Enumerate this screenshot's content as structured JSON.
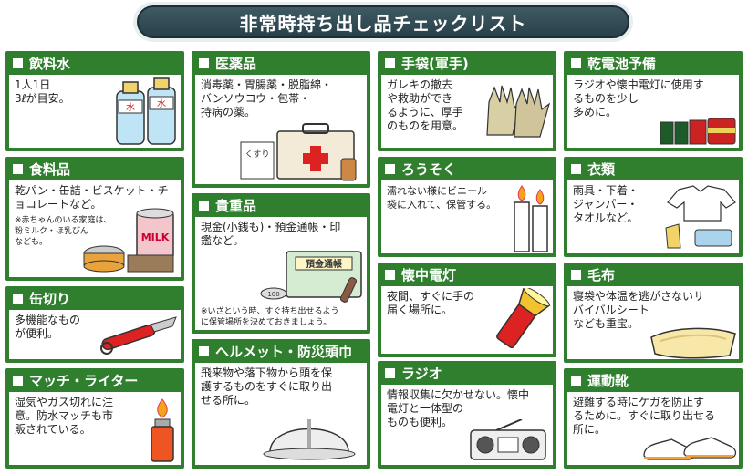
{
  "title": "非常時持ち出し品チェックリスト",
  "cards": {
    "drinking_water": {
      "heading": "飲料水",
      "text": "1人1日\n3ℓが目安。",
      "label": "水"
    },
    "food": {
      "heading": "食料品",
      "text": "乾パン・缶詰・ビスケット・チ\nョコレートなど。",
      "note": "※赤ちゃんのいる家庭は、\n粉ミルク・ほ乳びん\nなども。",
      "label": "MILK"
    },
    "can_opener": {
      "heading": "缶切り",
      "text": "多機能なもの\nが便利。"
    },
    "matches": {
      "heading": "マッチ・ライター",
      "text": "湿気やガス切れに注\n意。防水マッチも市\n販されている。"
    },
    "medicine": {
      "heading": "医薬品",
      "text": "消毒薬・胃腸薬・脱脂綿・\nバンソウコウ・包帯・\n持病の薬。",
      "label": "くすり"
    },
    "valuables": {
      "heading": "貴重品",
      "text": "現金(小銭も)・預金通帳・印\n鑑など。",
      "note": "※いざという時、すぐ持ち出せるよう\nに保管場所を決めておきましょう。",
      "label": "預金通帳",
      "coin_label": "100"
    },
    "helmet": {
      "heading": "ヘルメット・防災頭巾",
      "text": "飛来物や落下物から頭を保\n護するものをすぐに取り出\nせる所に。"
    },
    "gloves": {
      "heading": "手袋(軍手)",
      "text": "ガレキの撤去\nや救助ができ\nるように、厚手\nのものを用意。"
    },
    "candles": {
      "heading": "ろうそく",
      "text": "濡れない様にビニール\n袋に入れて、保管する。"
    },
    "flashlight": {
      "heading": "懐中電灯",
      "text": "夜間、すぐに手の\n届く場所に。"
    },
    "radio": {
      "heading": "ラジオ",
      "text": "情報収集に欠かせない。懐中\n電灯と一体型の\nものも便利。"
    },
    "batteries": {
      "heading": "乾電池予備",
      "text": "ラジオや懐中電灯に使用す\nるものを少し\n多めに。"
    },
    "clothing": {
      "heading": "衣類",
      "text": "雨具・下着・\nジャンパー・\nタオルなど。"
    },
    "blanket": {
      "heading": "毛布",
      "text": "寝袋や体温を逃がさないサ\nバイバルシート\nなども重宝。"
    },
    "shoes": {
      "heading": "運動靴",
      "text": "避難する時にケガを防止す\nるために。すぐに取り出せる\n所に。"
    }
  },
  "colors": {
    "header_green": "#2f7f2f",
    "title_dark": "#2f4a54"
  }
}
